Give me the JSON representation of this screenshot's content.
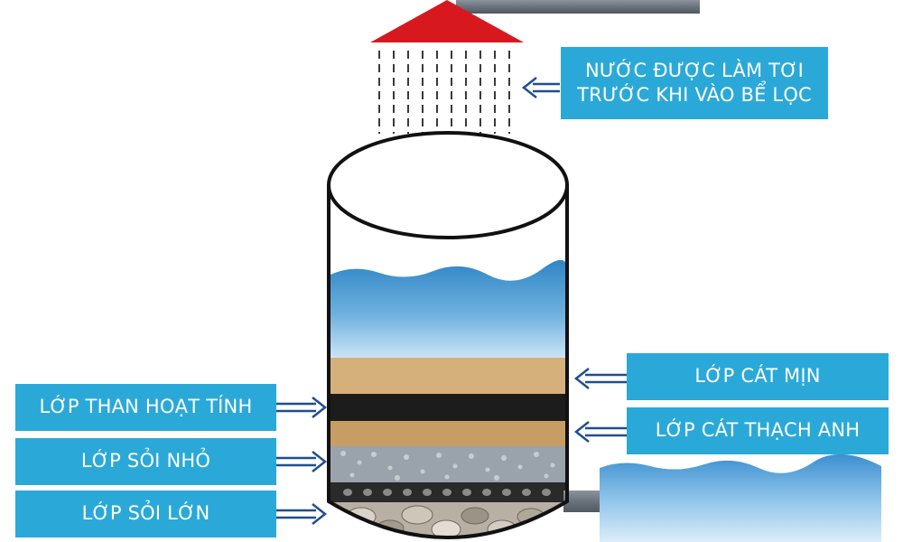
{
  "colors": {
    "label_bg": "#2aa9d9",
    "label_text": "#ffffff",
    "shower_head": "#d7191f",
    "pipe": "#707a85",
    "arrow": "#1f4f8f",
    "water_top": "#2f86c6",
    "water_bottom": "#cfe6f7",
    "fine_sand": "#d6b07a",
    "activated_carbon": "#1c1c1c",
    "quartz_sand": "#c69d63",
    "small_gravel": "#9aa3ab",
    "large_gravel": "#b8b0a4"
  },
  "labels": {
    "aerated_line1": "NƯỚC ĐƯỢC LÀM TƠI",
    "aerated_line2": "TRƯỚC KHI VÀO BỂ LỌC",
    "fine_sand": "LỚP CÁT MỊN",
    "quartz_sand": "LỚP CÁT THẠCH ANH",
    "activated_carbon": "LỚP THAN HOẠT TÍNH",
    "small_gravel": "LỚP SỎI NHỎ",
    "large_gravel": "LỚP SỎI LỚN"
  }
}
